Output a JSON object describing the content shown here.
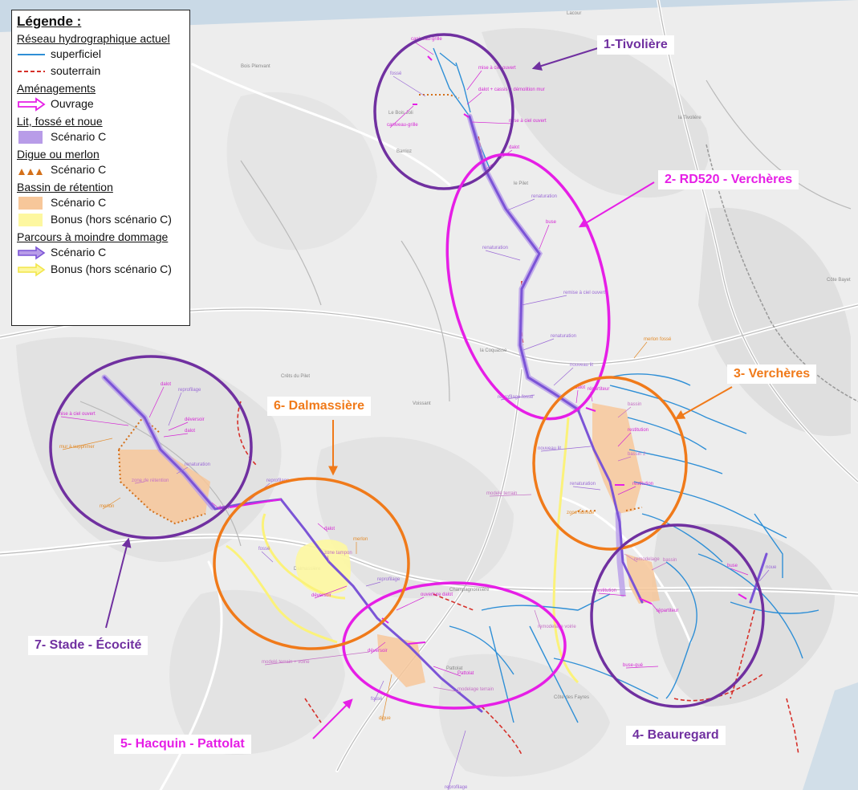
{
  "legend": {
    "title": "Légende :",
    "sections": [
      {
        "heading": "Réseau hydrographique actuel",
        "items": [
          {
            "symbol": "line-blue",
            "label": "superficiel"
          },
          {
            "symbol": "line-red-dashed",
            "label": "souterrain"
          }
        ]
      },
      {
        "heading": "Aménagements",
        "items": [
          {
            "symbol": "arrow-magenta",
            "label": "Ouvrage"
          }
        ]
      },
      {
        "heading": "Lit, fossé et noue",
        "items": [
          {
            "symbol": "fill-lavender",
            "label": "Scénario C"
          }
        ]
      },
      {
        "heading": "Digue ou merlon",
        "items": [
          {
            "symbol": "triangles-orange",
            "label": "Scénario C"
          }
        ]
      },
      {
        "heading": "Bassin de rétention",
        "items": [
          {
            "symbol": "fill-peach",
            "label": "Scénario C"
          },
          {
            "symbol": "fill-yellow",
            "label": "Bonus (hors scénario C)"
          }
        ]
      },
      {
        "heading": "Parcours à moindre dommage",
        "items": [
          {
            "symbol": "arrow-purple",
            "label": "Scénario C"
          },
          {
            "symbol": "arrow-yellow",
            "label": "Bonus (hors scénario C)"
          }
        ]
      }
    ]
  },
  "zones": [
    {
      "id": "tivoliere",
      "label": "1-Tivolière",
      "color": "#7030a0"
    },
    {
      "id": "rd520",
      "label": "2- RD520 - Verchères",
      "color": "#e61ee6"
    },
    {
      "id": "vercheres",
      "label": "3- Verchères",
      "color": "#f07a1a"
    },
    {
      "id": "beauregard",
      "label": "4- Beauregard",
      "color": "#7030a0"
    },
    {
      "id": "hacquin",
      "label": "5- Hacquin - Pattolat",
      "color": "#e61ee6"
    },
    {
      "id": "dalmassiere",
      "label": "6- Dalmassière",
      "color": "#f07a1a"
    },
    {
      "id": "stade",
      "label": "7- Stade - Écocité",
      "color": "#7030a0"
    }
  ],
  "colors": {
    "purple": "#7030a0",
    "magenta": "#e61ee6",
    "orange": "#f07a1a",
    "river": "#2f8fd6",
    "underground": "#d6302a",
    "lavender": "#b89ce8",
    "peach": "#f7c79a",
    "yellow": "#fdf7a0",
    "map_bg": "#ededed"
  },
  "places": [
    {
      "id": "bois-plenvant",
      "text": "Bois Plenvant"
    },
    {
      "id": "lacour",
      "text": "Lacour"
    },
    {
      "id": "la-tivoliere",
      "text": "la Tivolière"
    },
    {
      "id": "le-bois-joli",
      "text": "Le Bois Joli"
    },
    {
      "id": "barrioz",
      "text": "Barrioz"
    },
    {
      "id": "le-pilet",
      "text": "le Pilet"
    },
    {
      "id": "cote-bayet",
      "text": "Côte Bayet"
    },
    {
      "id": "la-coquasse",
      "text": "la Coquasse"
    },
    {
      "id": "crets-du-pilet",
      "text": "Crêts du Pilet"
    },
    {
      "id": "voissant",
      "text": "Voissant"
    },
    {
      "id": "dalmassiere-place",
      "text": "Dalmassière"
    },
    {
      "id": "champagnonniere",
      "text": "Champagnonnière"
    },
    {
      "id": "pattolat-place",
      "text": "Pattolat"
    },
    {
      "id": "les-fayres",
      "text": "Côte des Fayres"
    }
  ],
  "annotations": {
    "tivoliere": [
      "caniveau-grille",
      "mise à ciel ouvert",
      "fossé",
      "dalot + cassis + démolition mur",
      "caniveau-grille",
      "mise à ciel ouvert",
      "dalot"
    ],
    "rd520": [
      "renaturation",
      "buse",
      "renaturation",
      "remise à ciel ouvert",
      "renaturation",
      "nouveau lit",
      "reprofilage fossé",
      "dalot"
    ],
    "vercheres": [
      "répartiteur",
      "bassin",
      "restitution",
      "bassin 2",
      "nouveau lit",
      "restitution",
      "renaturation",
      "modelé terrain",
      "zone humide",
      "merlon fossé"
    ],
    "beauregard": [
      "remodelage",
      "bassin",
      "restitution",
      "répartiteur",
      "buse",
      "noue",
      "buse-gué"
    ],
    "hacquin": [
      "ouverture dalot",
      "remodelage voirie",
      "Pattolat",
      "modelé terrain + voirie",
      "déversoir",
      "fossé",
      "digue",
      "modelage terrain",
      "reprofilage"
    ],
    "dalmassiere": [
      "reprofilage",
      "dalot",
      "merlon",
      "fossé",
      "zone tampon",
      "reprofilage",
      "déversoir"
    ],
    "stade": [
      "dalot",
      "reprofilage",
      "mise à ciel ouvert",
      "déversoir",
      "dalot",
      "mur à supprimer",
      "zone de rétention",
      "renaturation",
      "merlon",
      "dalot"
    ]
  }
}
